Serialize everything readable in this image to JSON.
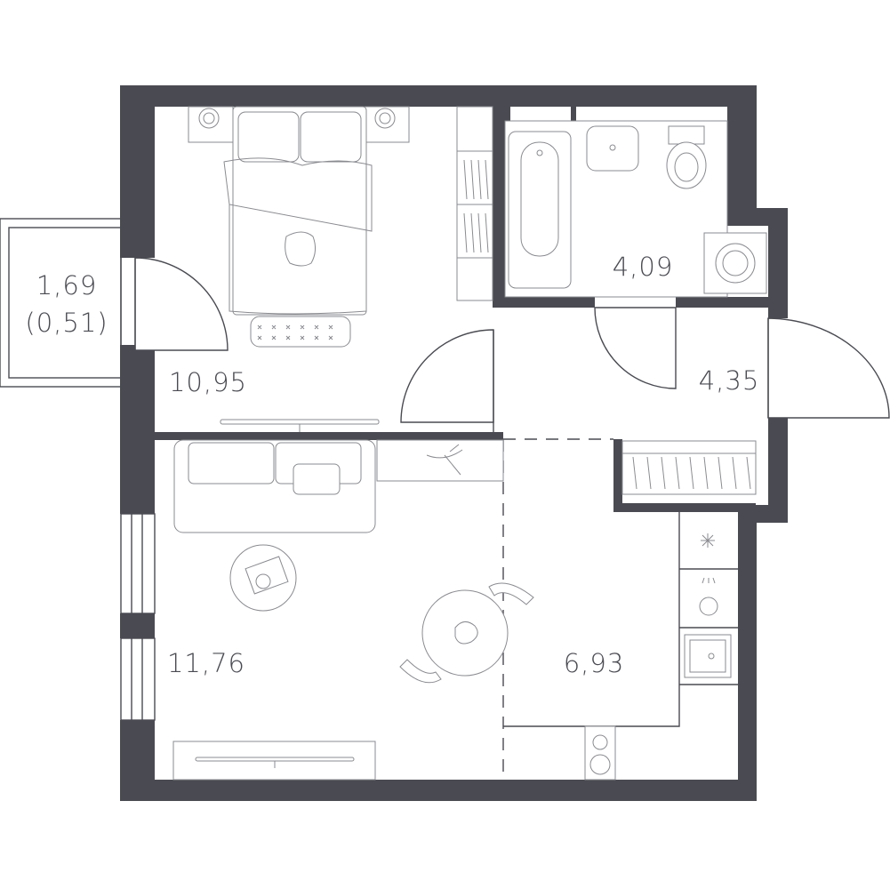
{
  "rooms": [
    {
      "name": "balcony",
      "area": "1,69",
      "area_secondary": "(0,51)"
    },
    {
      "name": "bedroom",
      "area": "10,95"
    },
    {
      "name": "bathroom",
      "area": "4,09"
    },
    {
      "name": "hallway",
      "area": "4,35"
    },
    {
      "name": "living-room",
      "area": "11,76"
    },
    {
      "name": "kitchen",
      "area": "6,93"
    }
  ],
  "colors": {
    "wall": "#4a4b52",
    "fixture_line": "#8a8b90",
    "background": "#ffffff"
  }
}
